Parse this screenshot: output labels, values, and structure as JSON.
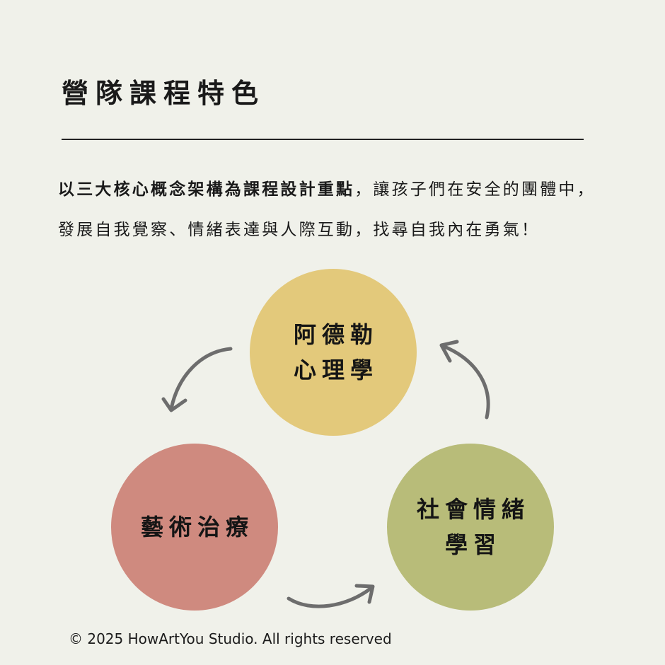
{
  "title": "營隊課程特色",
  "intro": {
    "emphasis": "以三大核心概念架構為課程設計重點",
    "rest": "，讓孩子們在安全的團體中，發展自我覺察、情緒表達與人際互動，找尋自我內在勇氣！"
  },
  "concepts": [
    {
      "line1": "阿德勒",
      "line2": "心理學",
      "color": "#e3c97b"
    },
    {
      "line1": "藝術治療",
      "line2": "",
      "color": "#cf8a7f"
    },
    {
      "line1": "社會情緒",
      "line2": "學習",
      "color": "#b8bc79"
    }
  ],
  "arrow_color": "#6d6d6d",
  "footer": "© 2025 HowArtYou Studio. All rights reserved"
}
